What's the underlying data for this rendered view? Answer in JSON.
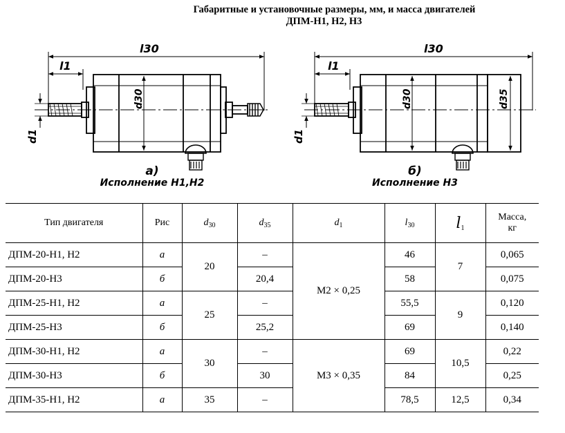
{
  "title": {
    "line1": "Габаритные и установочные размеры, мм, и масса двигателей",
    "line2": "ДПМ-Н1, Н2, Н3"
  },
  "drawing_a": {
    "dim_l30": "l30",
    "dim_l1": "l1",
    "dim_d30": "d30",
    "dim_d1": "d1",
    "label": "а)",
    "caption": "Исполнение Н1,Н2"
  },
  "drawing_b": {
    "dim_l30": "l30",
    "dim_l1": "l1",
    "dim_d30": "d30",
    "dim_d35": "d35",
    "dim_d1": "d1",
    "label": "б)",
    "caption": "Исполнение Н3"
  },
  "table": {
    "headers": {
      "type": "Тип двигателя",
      "fig": "Рис",
      "d30": "d",
      "d30_sub": "30",
      "d35": "d",
      "d35_sub": "35",
      "d1": "d",
      "d1_sub": "1",
      "l30": "l",
      "l30_sub": "30",
      "l1": "l",
      "l1_sub": "1",
      "mass_line1": "Масса,",
      "mass_line2": "кг"
    },
    "rows": [
      {
        "type": "ДПМ-20-Н1, Н2",
        "fig": "а",
        "d35": "–",
        "l30": "46",
        "mass": "0,065"
      },
      {
        "type": "ДПМ-20-Н3",
        "fig": "б",
        "d35": "20,4",
        "l30": "58",
        "mass": "0,075"
      },
      {
        "type": "ДПМ-25-Н1, Н2",
        "fig": "а",
        "d35": "–",
        "l30": "55,5",
        "mass": "0,120"
      },
      {
        "type": "ДПМ-25-Н3",
        "fig": "б",
        "d35": "25,2",
        "l30": "69",
        "mass": "0,140"
      },
      {
        "type": "ДПМ-30-Н1, Н2",
        "fig": "а",
        "d35": "–",
        "l30": "69",
        "mass": "0,22"
      },
      {
        "type": "ДПМ-30-Н3",
        "fig": "б",
        "d35": "30",
        "l30": "84",
        "mass": "0,25"
      },
      {
        "type": "ДПМ-35-Н1, Н2",
        "fig": "а",
        "d35": "–",
        "l30": "78,5",
        "mass": "0,34"
      }
    ],
    "merged": {
      "d30_20": "20",
      "d30_25": "25",
      "d30_30": "30",
      "d30_35": "35",
      "d1_m2": "М2 × 0,25",
      "d1_m3": "М3 × 0,35",
      "l1_7": "7",
      "l1_9": "9",
      "l1_105": "10,5",
      "l1_125": "12,5"
    }
  }
}
